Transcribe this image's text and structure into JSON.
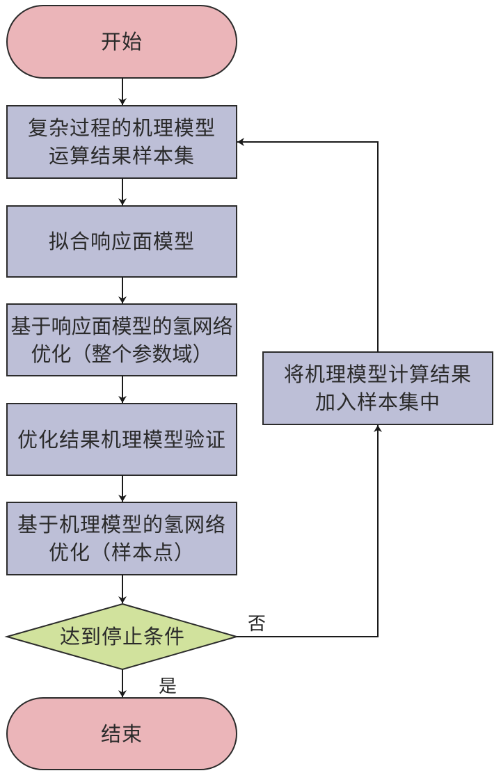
{
  "colors": {
    "terminal_fill": "#EBB5B9",
    "process_fill": "#BDBFD7",
    "decision_fill": "#D1E29D",
    "stroke": "#2b2b2b"
  },
  "nodes": {
    "start": {
      "label": "开始",
      "shape": "terminal"
    },
    "step1": {
      "label": "复杂过程的机理模型\n运算结果样本集",
      "shape": "process"
    },
    "step2": {
      "label": "拟合响应面模型",
      "shape": "process"
    },
    "step3": {
      "label": "基于响应面模型的氢网络\n优化（整个参数域）",
      "shape": "process"
    },
    "step4": {
      "label": "优化结果机理模型验证",
      "shape": "process"
    },
    "step5": {
      "label": "基于机理模型的氢网络\n优化（样本点）",
      "shape": "process"
    },
    "decision": {
      "label": "达到停止条件",
      "shape": "decision"
    },
    "feedback": {
      "label": "将机理模型计算结果\n加入样本集中",
      "shape": "process"
    },
    "end": {
      "label": "结束",
      "shape": "terminal"
    }
  },
  "edges": [
    {
      "from": "start",
      "to": "step1",
      "label": ""
    },
    {
      "from": "step1",
      "to": "step2",
      "label": ""
    },
    {
      "from": "step2",
      "to": "step3",
      "label": ""
    },
    {
      "from": "step3",
      "to": "step4",
      "label": ""
    },
    {
      "from": "step4",
      "to": "step5",
      "label": ""
    },
    {
      "from": "step5",
      "to": "decision",
      "label": ""
    },
    {
      "from": "decision",
      "to": "end",
      "label": "是"
    },
    {
      "from": "decision",
      "to": "feedback",
      "label": "否"
    },
    {
      "from": "feedback",
      "to": "step1",
      "label": ""
    }
  ],
  "edge_labels": {
    "yes": "是",
    "no": "否"
  }
}
